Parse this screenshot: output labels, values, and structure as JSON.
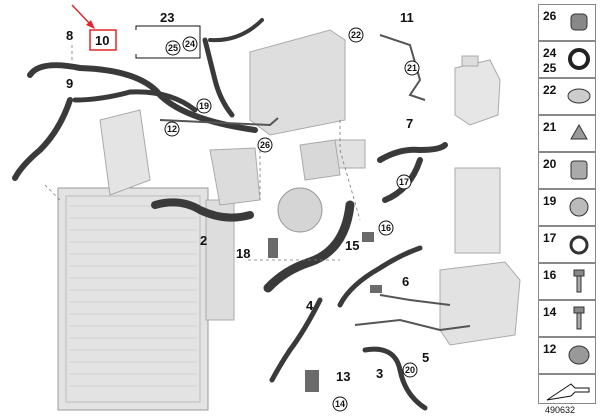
{
  "diagram": {
    "callouts": [
      "8",
      "10",
      "23",
      "25",
      "24",
      "9",
      "11",
      "22",
      "21",
      "19",
      "12",
      "26",
      "7",
      "17",
      "2",
      "18",
      "16",
      "15",
      "6",
      "4",
      "5",
      "13",
      "3",
      "14",
      "20"
    ],
    "doc_id": "490632"
  },
  "legend": {
    "cells": [
      {
        "n1": "26",
        "n2": ""
      },
      {
        "n1": "24",
        "n2": "25"
      },
      {
        "n1": "22",
        "n2": ""
      },
      {
        "n1": "21",
        "n2": ""
      },
      {
        "n1": "20",
        "n2": ""
      },
      {
        "n1": "19",
        "n2": ""
      },
      {
        "n1": "17",
        "n2": ""
      },
      {
        "n1": "16",
        "n2": ""
      },
      {
        "n1": "14",
        "n2": ""
      },
      {
        "n1": "12",
        "n2": ""
      }
    ]
  },
  "colors": {
    "highlight": "#e0262b",
    "hose": "#3a3a3a",
    "part": "#d9d9d9",
    "outline": "#555555"
  }
}
